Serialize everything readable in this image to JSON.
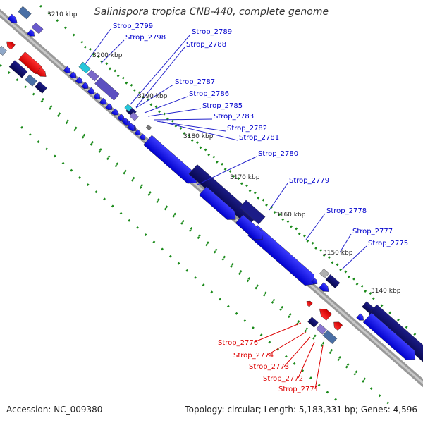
{
  "title": "Salinispora tropica CNB-440, complete genome",
  "accession": "Accession: NC_009380",
  "summary": "Topology: circular; Length: 5,183,331 bp; Genes: 4,596",
  "colors": {
    "forward_label": "#0000cc",
    "reverse_label": "#dd0000",
    "tick": "#1a8a1a",
    "backbone": "#999999"
  },
  "ticks": [
    "3210 kbp",
    "3200 kbp",
    "3190 kbp",
    "3180 kbp",
    "3170 kbp",
    "3160 kbp",
    "3150 kbp",
    "3140 kbp"
  ],
  "forward_genes": [
    "Strop_2799",
    "Strop_2798",
    "Strop_2789",
    "Strop_2788",
    "Strop_2787",
    "Strop_2786",
    "Strop_2785",
    "Strop_2783",
    "Strop_2782",
    "Strop_2781",
    "Strop_2780",
    "Strop_2779",
    "Strop_2778",
    "Strop_2777",
    "Strop_2775"
  ],
  "reverse_genes": [
    "Strop_2776",
    "Strop_2774",
    "Strop_2773",
    "Strop_2772",
    "Strop_2771"
  ]
}
